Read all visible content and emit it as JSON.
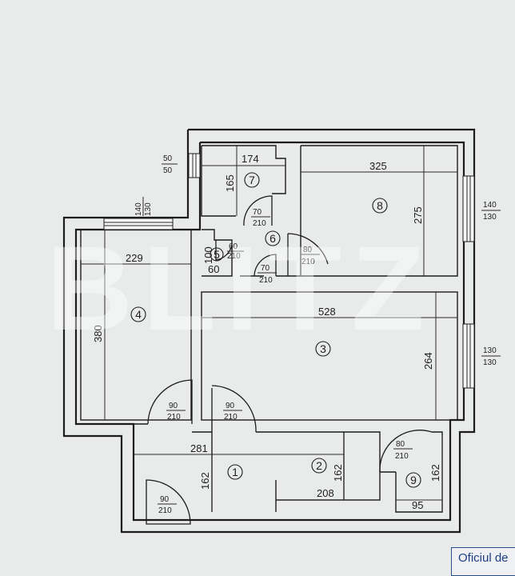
{
  "watermark": "BLITZ",
  "office_stamp": "Oficiul de",
  "rooms": [
    {
      "id": "room-1",
      "number": "1"
    },
    {
      "id": "room-2",
      "number": "2"
    },
    {
      "id": "room-3",
      "number": "3"
    },
    {
      "id": "room-4",
      "number": "4"
    },
    {
      "id": "room-5",
      "number": "5"
    },
    {
      "id": "room-6",
      "number": "6"
    },
    {
      "id": "room-7",
      "number": "7"
    },
    {
      "id": "room-8",
      "number": "8"
    },
    {
      "id": "room-9",
      "number": "9"
    }
  ],
  "dimensions": {
    "d174": "174",
    "d165": "165",
    "d325": "325",
    "d275": "275",
    "d229": "229",
    "d380": "380",
    "d528": "528",
    "d264": "264",
    "d281": "281",
    "d162a": "162",
    "d162b": "162",
    "d162c": "162",
    "d208": "208",
    "d95": "95",
    "d100": "100",
    "d60": "60"
  },
  "windows": [
    {
      "id": "w1",
      "top": "50",
      "bottom": "50"
    },
    {
      "id": "w2",
      "top": "140",
      "bottom": "130"
    },
    {
      "id": "w3",
      "top": "140",
      "bottom": "130"
    },
    {
      "id": "w4",
      "top": "130",
      "bottom": "130"
    }
  ],
  "doors": [
    {
      "id": "door-7",
      "top": "70",
      "bottom": "210"
    },
    {
      "id": "door-5",
      "top": "60",
      "bottom": "210"
    },
    {
      "id": "door-8",
      "top": "80",
      "bottom": "210"
    },
    {
      "id": "door-3",
      "top": "70",
      "bottom": "210"
    },
    {
      "id": "door-4",
      "top": "90",
      "bottom": "210"
    },
    {
      "id": "door-1",
      "top": "90",
      "bottom": "210"
    },
    {
      "id": "door-9",
      "top": "80",
      "bottom": "210"
    },
    {
      "id": "door-entry",
      "top": "90",
      "bottom": "210"
    }
  ]
}
